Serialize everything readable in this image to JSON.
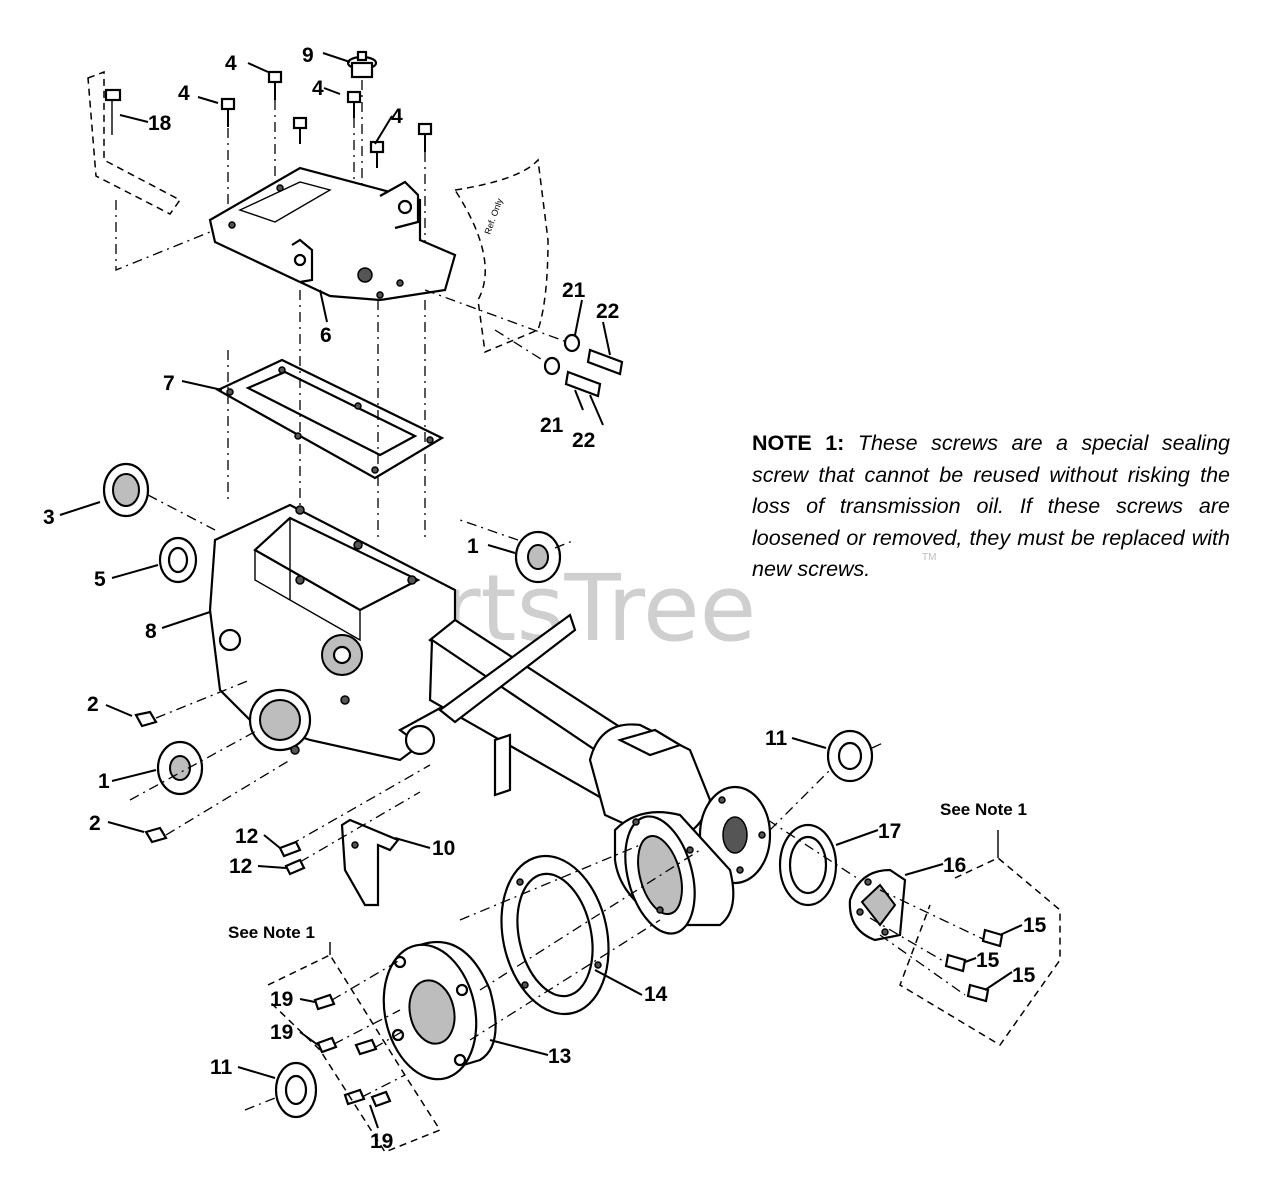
{
  "watermark": {
    "text": "PartsTree",
    "tm": "TM"
  },
  "callouts": {
    "p1": "1",
    "p2": "2",
    "p3": "3",
    "p4": "4",
    "p5": "5",
    "p6": "6",
    "p7": "7",
    "p8": "8",
    "p9": "9",
    "p10": "10",
    "p11": "11",
    "p12": "12",
    "p13": "13",
    "p14": "14",
    "p15": "15",
    "p16": "16",
    "p17": "17",
    "p18": "18",
    "p19": "19",
    "p21": "21",
    "p22": "22"
  },
  "labels": {
    "see_note": "See Note 1"
  },
  "note": {
    "label": "NOTE 1:",
    "text": "These screws are a special sealing screw that cannot be reused without risking the loss of transmission oil. If these screws are loosened or removed, they must be replaced with new screws."
  }
}
